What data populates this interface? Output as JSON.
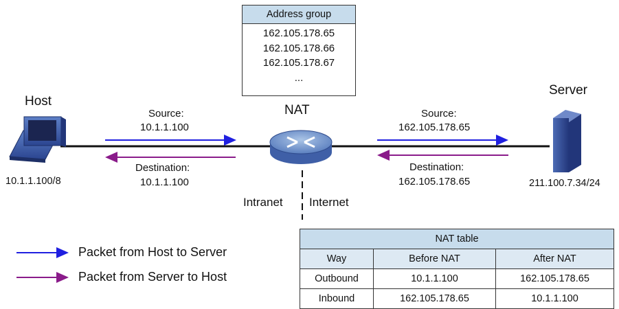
{
  "colors": {
    "host_to_server": "#1f1fe0",
    "server_to_host": "#8a1b8a",
    "table_header": "#c7dcec",
    "device_blue": "#3d5da8"
  },
  "labels": {
    "host": "Host",
    "host_ip": "10.1.1.100/8",
    "nat": "NAT",
    "server": "Server",
    "server_ip": "211.100.7.34/24",
    "intranet": "Intranet",
    "internet": "Internet"
  },
  "left_link": {
    "source_label": "Source:",
    "source_value": "10.1.1.100",
    "destination_label": "Destination:",
    "destination_value": "10.1.1.100"
  },
  "right_link": {
    "source_label": "Source:",
    "source_value": "162.105.178.65",
    "destination_label": "Destination:",
    "destination_value": "162.105.178.65"
  },
  "address_group": {
    "title": "Address group",
    "items": [
      "162.105.178.65",
      "162.105.178.66",
      "162.105.178.67",
      "..."
    ]
  },
  "legend": {
    "host_to_server": "Packet from Host to Server",
    "server_to_host": "Packet from Server to Host"
  },
  "nat_table": {
    "title": "NAT table",
    "columns": [
      "Way",
      "Before NAT",
      "After NAT"
    ],
    "rows": [
      [
        "Outbound",
        "10.1.1.100",
        "162.105.178.65"
      ],
      [
        "Inbound",
        "162.105.178.65",
        "10.1.1.100"
      ]
    ]
  }
}
